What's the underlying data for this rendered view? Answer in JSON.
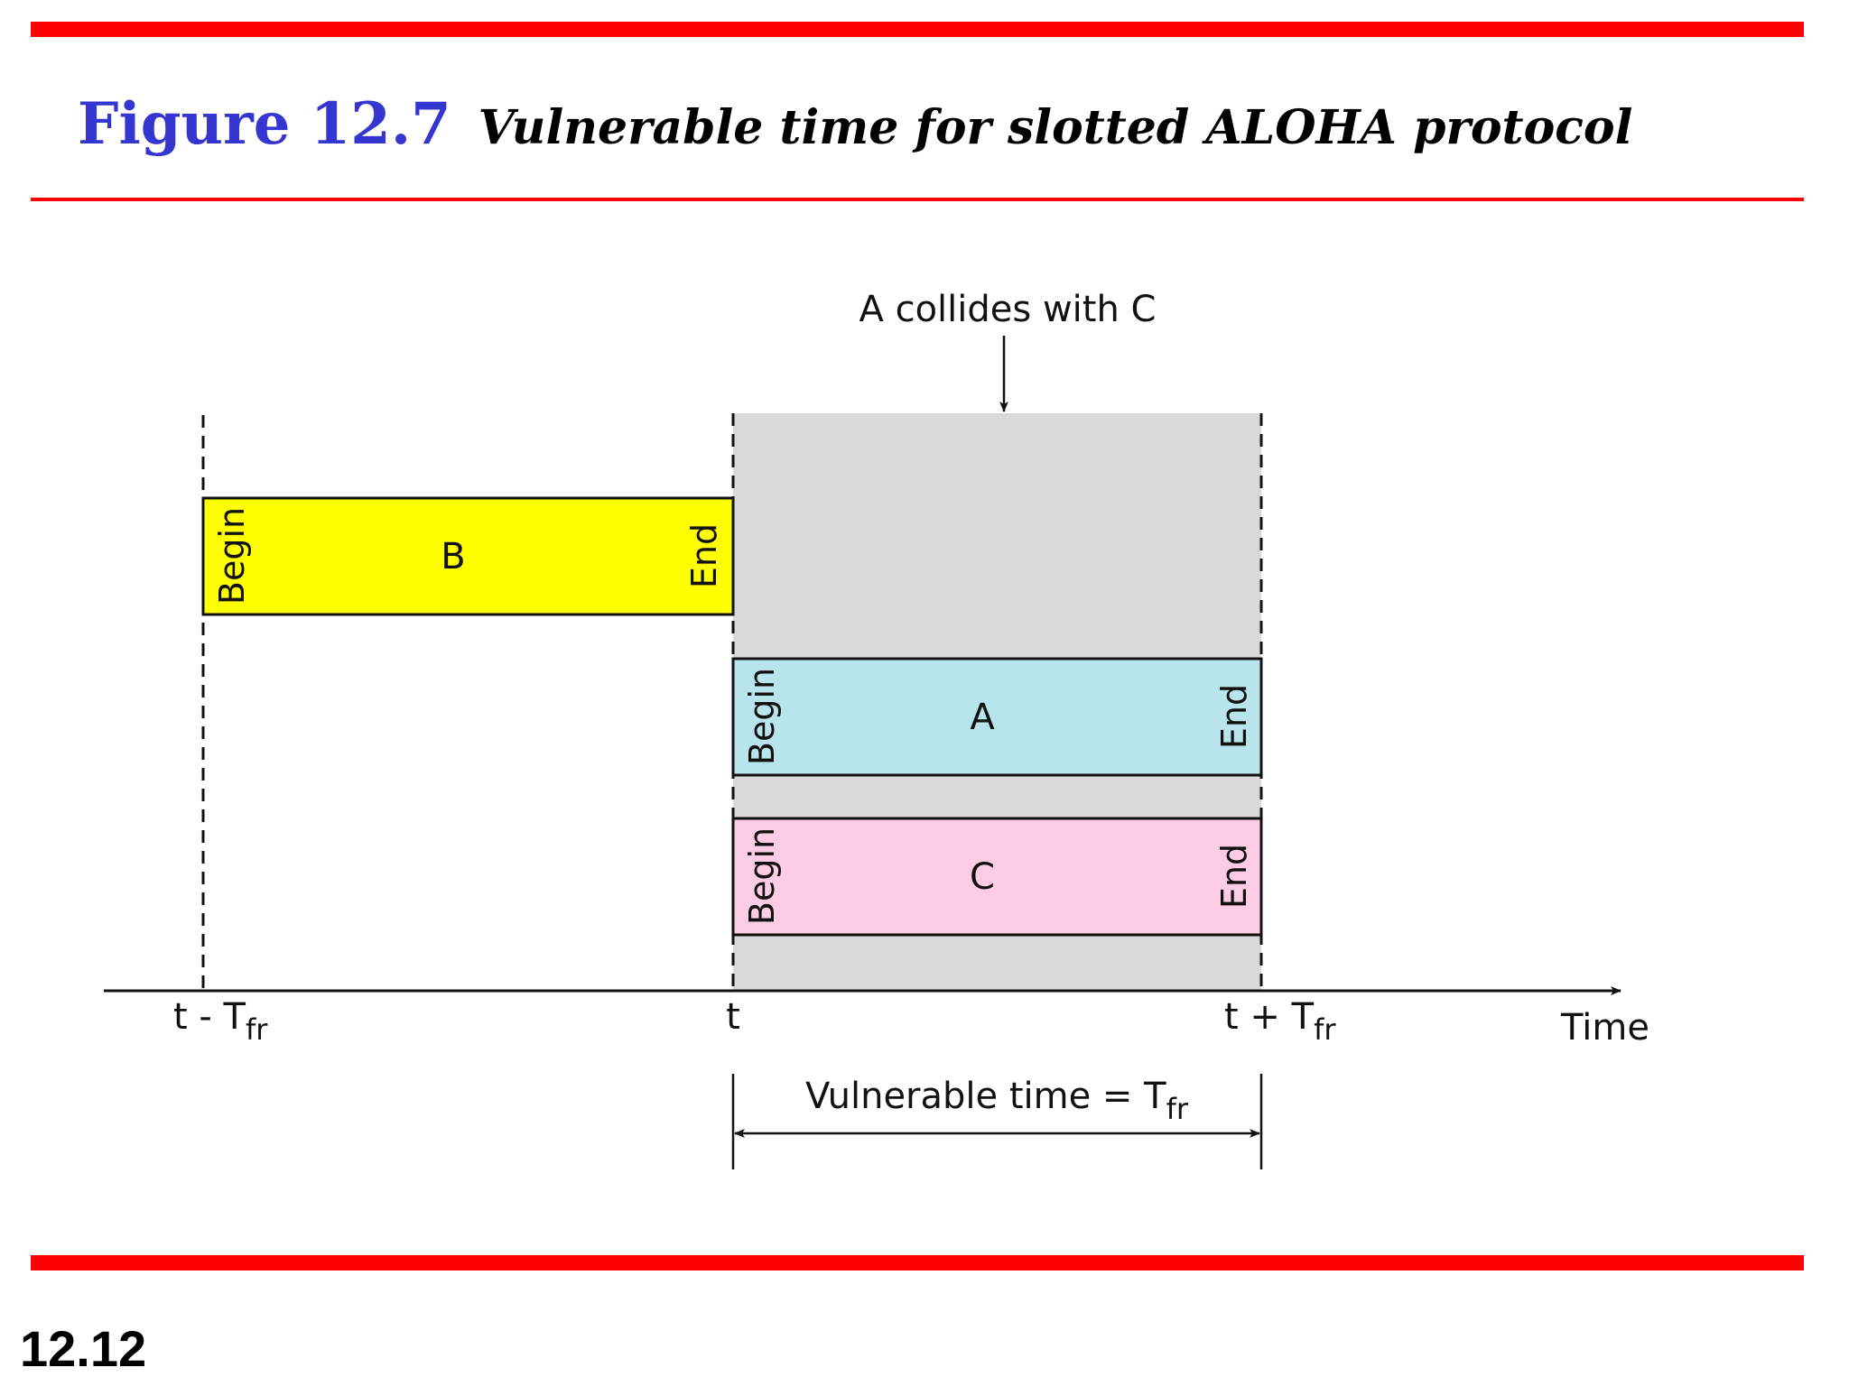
{
  "header": {
    "figure_number": "Figure 12.7",
    "figure_caption": "Vulnerable time for slotted ALOHA protocol"
  },
  "diagram": {
    "annotation": "A collides with C",
    "frames": [
      {
        "label": "B",
        "begin": "Begin",
        "end": "End",
        "color": "#ffff00"
      },
      {
        "label": "A",
        "begin": "Begin",
        "end": "End",
        "color": "#b8e4ec"
      },
      {
        "label": "C",
        "begin": "Begin",
        "end": "End",
        "color": "#fccbe4"
      }
    ],
    "axis": {
      "label": "Time",
      "ticks": [
        {
          "main": "t - T",
          "sub": "fr"
        },
        {
          "main": "t",
          "sub": ""
        },
        {
          "main": "t + T",
          "sub": "fr"
        }
      ]
    },
    "vulnerable": {
      "main": "Vulnerable time = T",
      "sub": "fr"
    },
    "shade_color": "#d9d9db"
  },
  "footer": {
    "slide_number": "12.12"
  }
}
